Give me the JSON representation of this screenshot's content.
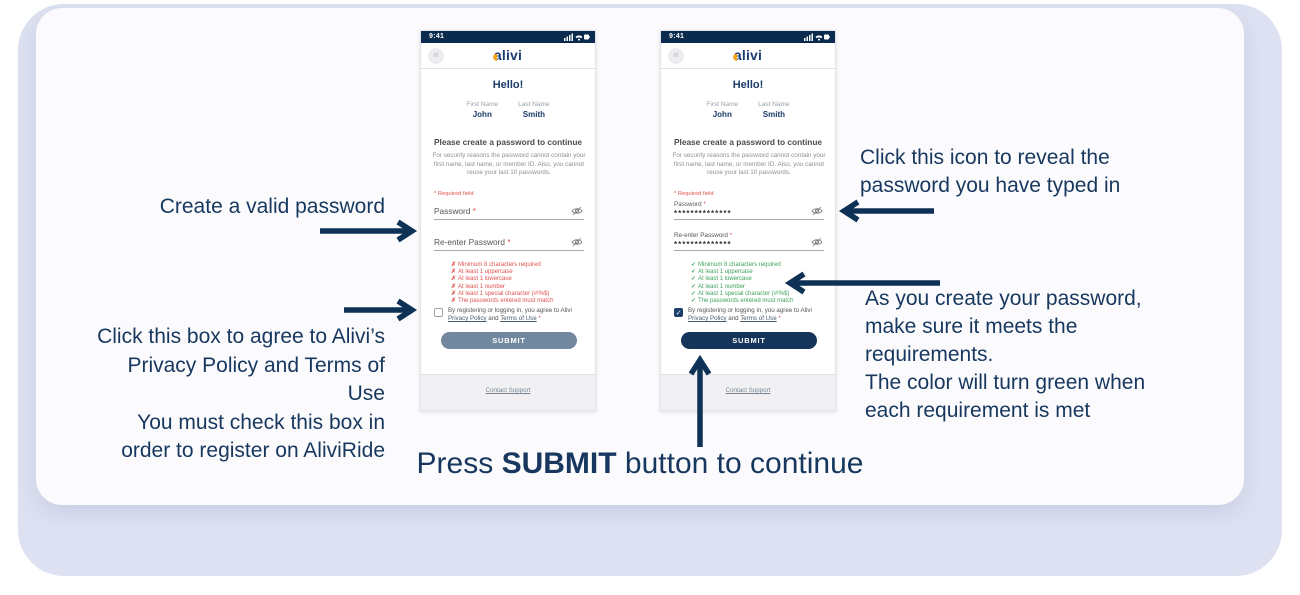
{
  "colors": {
    "navy": "#17375e",
    "arrow": "#0e3156",
    "lavender": "#dde1f1",
    "red": "#e0524e",
    "green": "#3ea25c",
    "submit_disabled": "#72889f",
    "submit_enabled": "#143459",
    "logo_navy": "#1c3e70",
    "logo_accent": "#f5a81c"
  },
  "phones": [
    {
      "status_time": "9:41",
      "logo": "alivi",
      "greeting": "Hello!",
      "first_name_label": "First Name",
      "first_name_value": "John",
      "last_name_label": "Last Name",
      "last_name_value": "Smith",
      "title": "Please create a password to continue",
      "subtitle": "For security reasons the password cannot contain your first name, last name, or member ID. Also, you cannot reuse your last 10 passwords.",
      "required_note": "* Required field",
      "password_label": "Password",
      "password_star": "*",
      "password_value": "",
      "reenter_label": "Re-enter Password",
      "reenter_star": "*",
      "reenter_value": "",
      "requirements": [
        {
          "text": "Minimum 8 characters required",
          "met": false
        },
        {
          "text": "At least 1 uppercase",
          "met": false
        },
        {
          "text": "At least 1 lowercase",
          "met": false
        },
        {
          "text": "At least 1 number",
          "met": false
        },
        {
          "text": "At least 1 special character (#!%$)",
          "met": false
        },
        {
          "text": "The passwords entered must match",
          "met": false
        }
      ],
      "agree_text": "By registering or logging in, you agree to Alivi",
      "privacy_link": "Privacy Policy",
      "agree_and": "and",
      "terms_link": "Terms of Use",
      "agree_star": "*",
      "checkbox_checked": false,
      "submit_label": "SUBMIT",
      "submit_enabled": false,
      "footer_link": "Contact Support"
    },
    {
      "status_time": "9:41",
      "logo": "alivi",
      "greeting": "Hello!",
      "first_name_label": "First Name",
      "first_name_value": "John",
      "last_name_label": "Last Name",
      "last_name_value": "Smith",
      "title": "Please create a password to continue",
      "subtitle": "For security reasons the password cannot contain your first name, last name, or member ID. Also, you cannot reuse your last 10 passwords.",
      "required_note": "* Required field",
      "password_label": "Password",
      "password_star": "*",
      "password_value": "**************",
      "reenter_label": "Re-enter Password",
      "reenter_star": "*",
      "reenter_value": "**************",
      "requirements": [
        {
          "text": "Minimum 8 characters required",
          "met": true
        },
        {
          "text": "At least 1 uppercase",
          "met": true
        },
        {
          "text": "At least 1 lowercase",
          "met": true
        },
        {
          "text": "At least 1 number",
          "met": true
        },
        {
          "text": "At least 1 special character (#!%$)",
          "met": true
        },
        {
          "text": "The passwords entered must match",
          "met": true
        }
      ],
      "agree_text": "By registering or logging in, you agree to Alivi",
      "privacy_link": "Privacy Policy",
      "agree_and": "and",
      "terms_link": "Terms of Use",
      "agree_star": "*",
      "checkbox_checked": true,
      "submit_label": "SUBMIT",
      "submit_enabled": true,
      "footer_link": "Contact Support"
    }
  ],
  "annotations": {
    "create_password": "Create a valid password",
    "agree_lines": [
      "Click this box to agree to Alivi’s",
      "Privacy Policy and Terms of Use",
      "You must check this box in",
      "order to register on AliviRide"
    ],
    "reveal_lines": [
      "Click this icon to reveal the",
      "password you have typed in"
    ],
    "requirements_lines": [
      "As you create your password,",
      "make sure it meets the",
      "requirements.",
      "The color will turn green when",
      "each requirement is met"
    ],
    "press": {
      "prefix": "Press ",
      "bold": "SUBMIT",
      "suffix": " button to continue"
    }
  }
}
